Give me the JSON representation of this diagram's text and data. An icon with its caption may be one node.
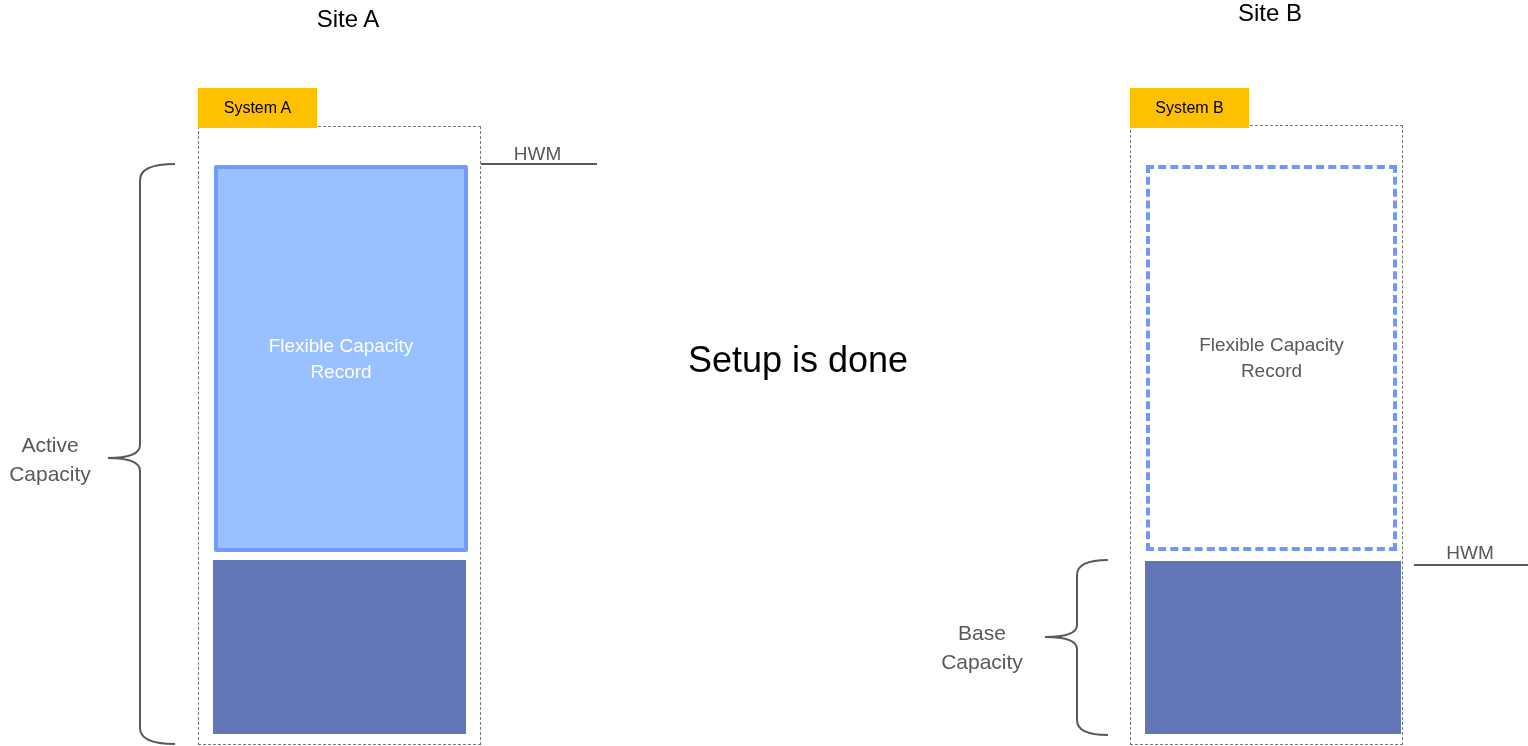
{
  "diagram": {
    "nodes": [
      {
        "text": [
          "System A"
        ]
      },
      {
        "text": [
          "Flexible Capacity Record"
        ],
        "in": 0
      },
      {
        "text": [],
        "shape": "box",
        "in": 0
      },
      {
        "text": [
          "System B"
        ]
      },
      {
        "text": [
          "Flexible Capacity Record"
        ],
        "in": 3
      },
      {
        "text": [],
        "shape": "box",
        "in": 3
      }
    ],
    "edges": [],
    "labels": [
      "Site A",
      "Site B",
      "HWM",
      "Active Capacity",
      "Setup is done",
      "HWM",
      "Base Capacity"
    ]
  }
}
